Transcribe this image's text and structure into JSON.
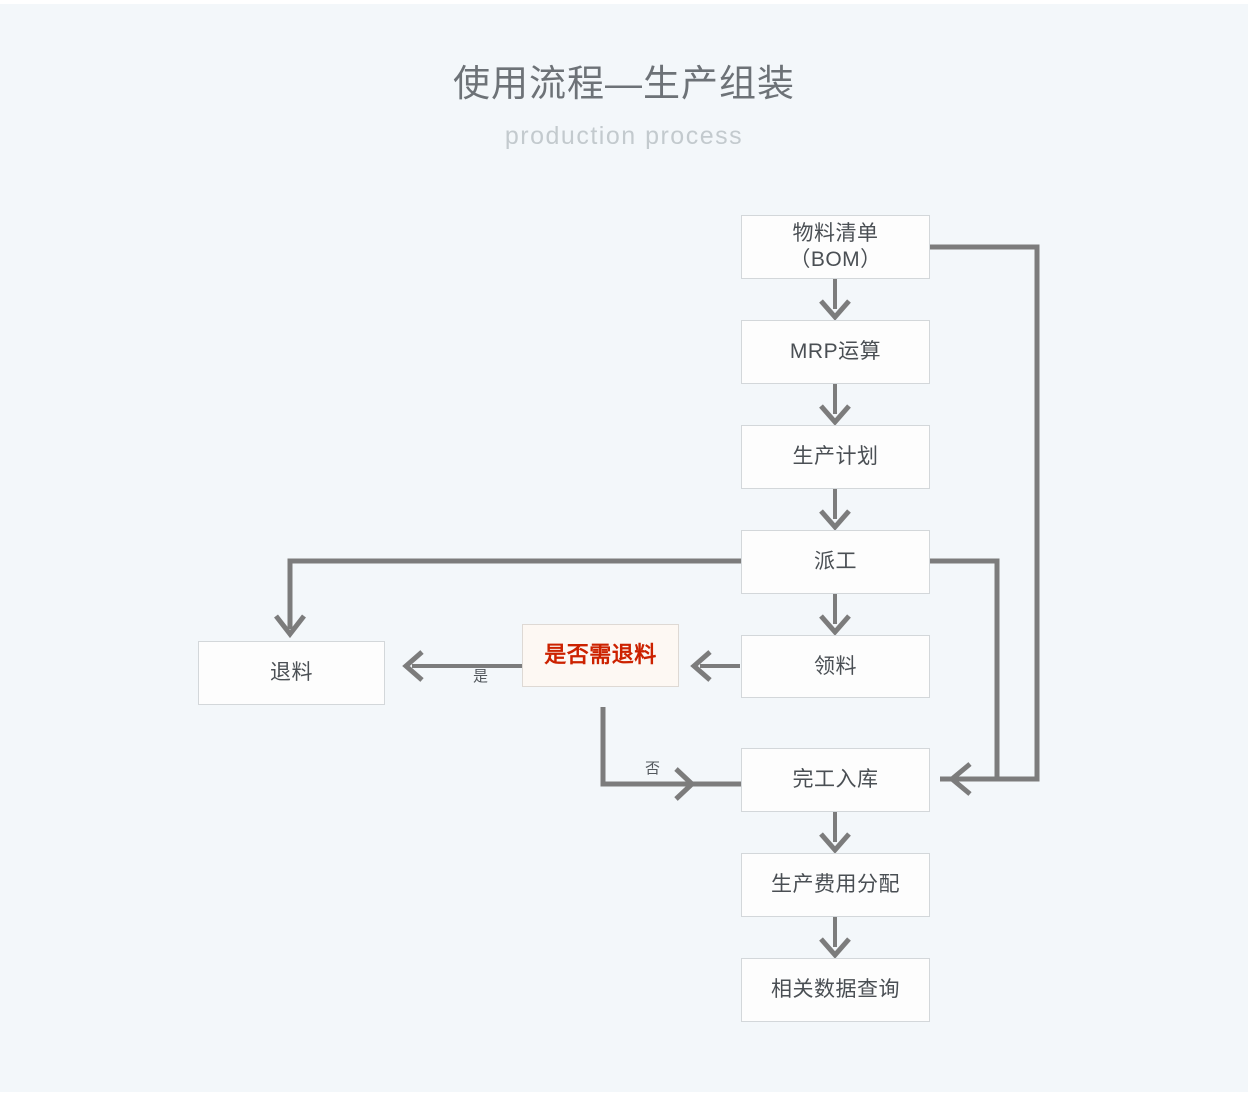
{
  "header": {
    "title": "使用流程—生产组装",
    "subtitle": "production process"
  },
  "colors": {
    "background": "#f3f7fa",
    "node_fill": "#fdfdfd",
    "node_border": "#d3d7da",
    "connector": "#7c7c7c",
    "title_text": "#6d7277",
    "subtitle_text": "#c3cace",
    "node_text": "#4a4f54",
    "decision_fill": "#fdf8f3",
    "decision_text": "#cc2200"
  },
  "chart_data": {
    "type": "diagram",
    "title": "使用流程—生产组装",
    "subtitle": "production process",
    "nodes": [
      {
        "id": "bom",
        "label": "物料清单\n（BOM）",
        "kind": "process"
      },
      {
        "id": "mrp",
        "label": "MRP运算",
        "kind": "process"
      },
      {
        "id": "plan",
        "label": "生产计划",
        "kind": "process"
      },
      {
        "id": "dispatch",
        "label": "派工",
        "kind": "process"
      },
      {
        "id": "picking",
        "label": "领料",
        "kind": "process"
      },
      {
        "id": "decision",
        "label": "是否需退料",
        "kind": "decision"
      },
      {
        "id": "return",
        "label": "退料",
        "kind": "process"
      },
      {
        "id": "finish",
        "label": "完工入库",
        "kind": "process"
      },
      {
        "id": "cost",
        "label": "生产费用分配",
        "kind": "process"
      },
      {
        "id": "query",
        "label": "相关数据查询",
        "kind": "process"
      }
    ],
    "edges": [
      {
        "from": "bom",
        "to": "mrp",
        "label": ""
      },
      {
        "from": "mrp",
        "to": "plan",
        "label": ""
      },
      {
        "from": "plan",
        "to": "dispatch",
        "label": ""
      },
      {
        "from": "dispatch",
        "to": "picking",
        "label": ""
      },
      {
        "from": "picking",
        "to": "decision",
        "label": ""
      },
      {
        "from": "decision",
        "to": "return",
        "label": "是"
      },
      {
        "from": "decision",
        "to": "finish",
        "label": "否"
      },
      {
        "from": "dispatch",
        "to": "return",
        "label": ""
      },
      {
        "from": "dispatch",
        "to": "finish",
        "label": ""
      },
      {
        "from": "bom",
        "to": "finish",
        "label": ""
      },
      {
        "from": "finish",
        "to": "cost",
        "label": ""
      },
      {
        "from": "cost",
        "to": "query",
        "label": ""
      }
    ],
    "edge_labels": {
      "yes": "是",
      "no": "否"
    }
  },
  "nodes": {
    "bom_line1": "物料清单",
    "bom_line2": "（BOM）",
    "mrp": "MRP运算",
    "plan": "生产计划",
    "dispatch": "派工",
    "picking": "领料",
    "decision": "是否需退料",
    "return": "退料",
    "finish": "完工入库",
    "cost": "生产费用分配",
    "query": "相关数据查询"
  },
  "labels": {
    "yes": "是",
    "no": "否"
  }
}
